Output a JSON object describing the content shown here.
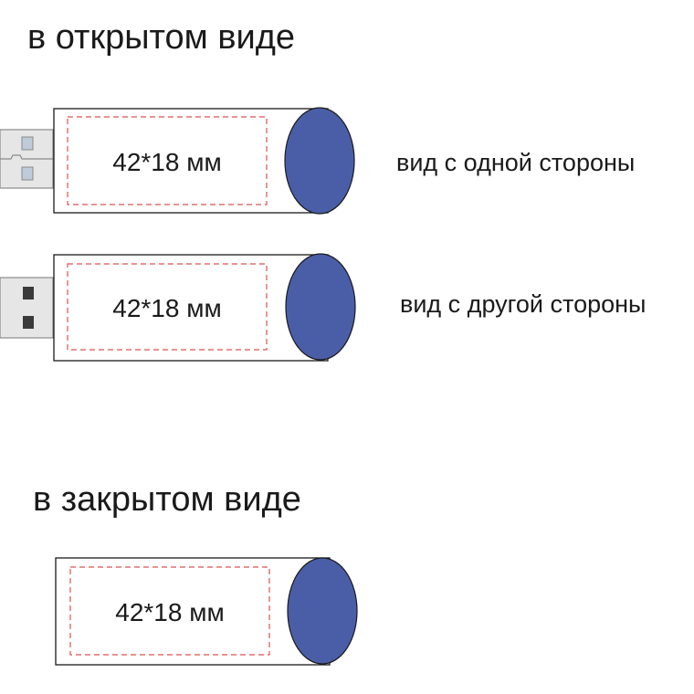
{
  "sections": {
    "open_title": "в открытом виде",
    "closed_title": "в закрытом виде"
  },
  "views": {
    "side_one": "вид с одной стороны",
    "side_two": "вид с другой стороны"
  },
  "print_area": {
    "size_label": "42*18 мм"
  },
  "colors": {
    "cap": "#4a5ea8",
    "cap_outline": "#1a1a1a",
    "print_area_dash": "#d9534f",
    "connector_metal": "#e6e6e6"
  }
}
